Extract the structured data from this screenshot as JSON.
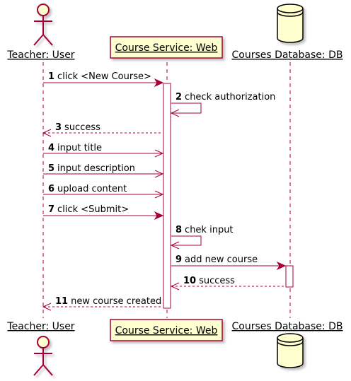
{
  "participants": {
    "teacher": {
      "label": "Teacher: User",
      "icon": "actor-icon"
    },
    "service": {
      "label": "Course Service: Web"
    },
    "database": {
      "label": "Courses Database: DB",
      "icon": "database-icon"
    }
  },
  "messages": [
    {
      "num": "1",
      "text": "click <New Course>"
    },
    {
      "num": "2",
      "text": "check authorization"
    },
    {
      "num": "3",
      "text": "success"
    },
    {
      "num": "4",
      "text": "input title"
    },
    {
      "num": "5",
      "text": "input description"
    },
    {
      "num": "6",
      "text": "upload content"
    },
    {
      "num": "7",
      "text": "click <Submit>"
    },
    {
      "num": "8",
      "text": "chek input"
    },
    {
      "num": "9",
      "text": "add new course"
    },
    {
      "num": "10",
      "text": "success"
    },
    {
      "num": "11",
      "text": "new course created"
    }
  ],
  "colors": {
    "arrow": "#A80036",
    "participant_fill": "#FEFECE",
    "participant_border": "#A80036",
    "lifeline": "#A80036",
    "activation_fill": "#FFFFFF"
  }
}
